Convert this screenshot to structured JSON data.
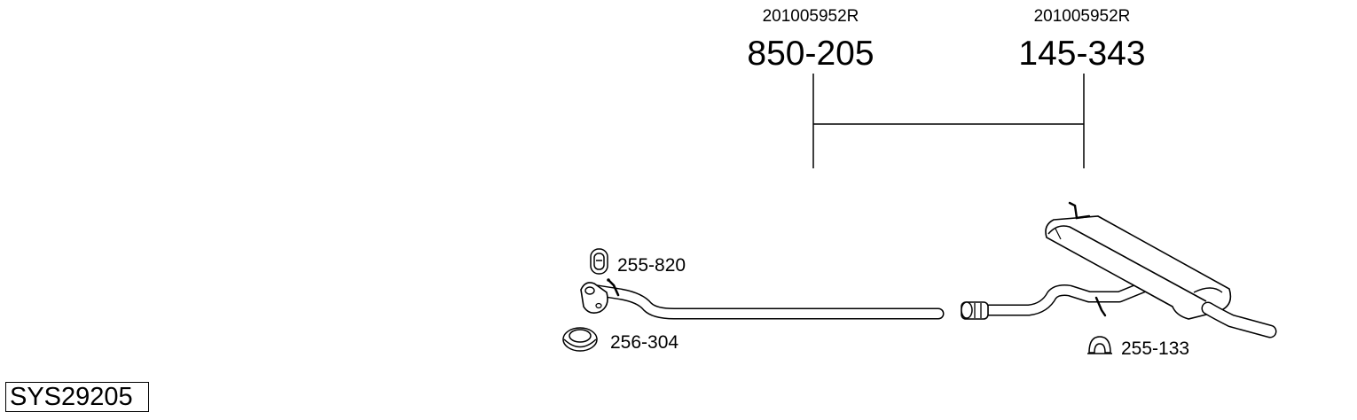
{
  "references": [
    {
      "oe_number": "201005952R",
      "part_number": "850-205"
    },
    {
      "oe_number": "201005952R",
      "part_number": "145-343"
    }
  ],
  "accessories": [
    {
      "part_number": "255-820",
      "icon": "rubber-hanger-icon"
    },
    {
      "part_number": "256-304",
      "icon": "gasket-ring-icon"
    },
    {
      "part_number": "255-133",
      "icon": "mounting-bracket-icon"
    }
  ],
  "system_code": "SYS29205",
  "colors": {
    "line": "#000000",
    "background": "#ffffff",
    "part_fill": "#ffffff"
  }
}
